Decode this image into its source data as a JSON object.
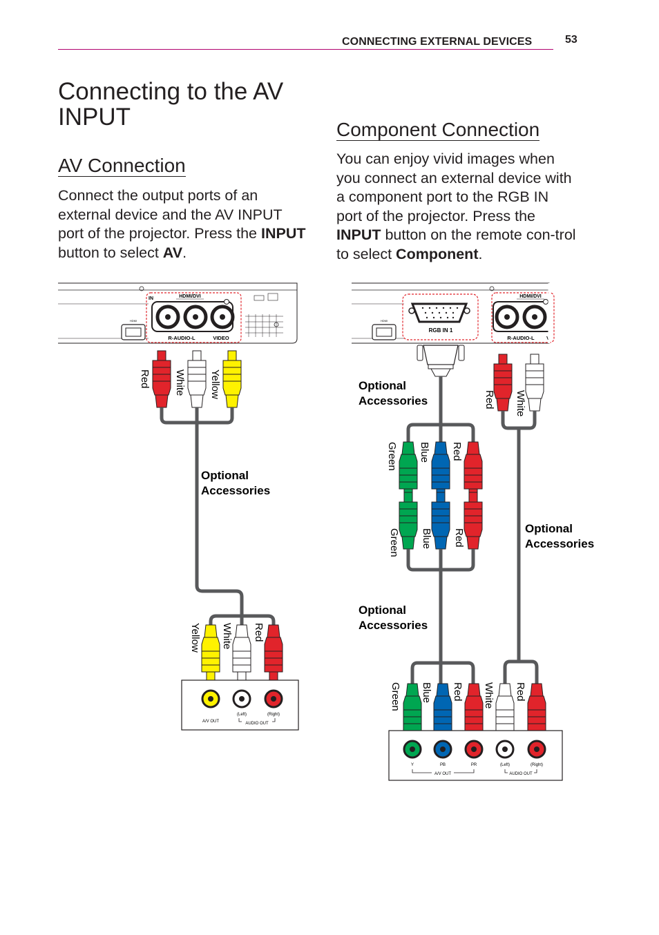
{
  "header": {
    "section": "CONNECTING EXTERNAL DEVICES",
    "page_number": "53"
  },
  "title": "Connecting to the AV INPUT",
  "av": {
    "heading": "AV Connection",
    "text_1": "Connect the output ports of an external device and the AV INPUT port of the projector. Press the ",
    "bold_1": "INPUT",
    "text_2": " button to select ",
    "bold_2": "AV",
    "text_3": "."
  },
  "component": {
    "heading": "Component Connection",
    "text_1": "You can enjoy vivid images when you connect an external device with a component port to the RGB IN port of the projector. Press the ",
    "bold_1": "INPUT",
    "text_2": " button on the remote con-trol to select ",
    "bold_2": "Component",
    "text_3": "."
  },
  "diagram_av": {
    "panel_in": "IN",
    "panel_hdmi": "HDMI/DVI",
    "panel_audio": "R-AUDIO-L",
    "panel_video": "VIDEO",
    "panel_hdmi_small": "HDMI",
    "plug_red": "Red",
    "plug_white": "White",
    "plug_yellow": "Yellow",
    "optional_1": "Optional",
    "optional_2": "Accessories",
    "dev_av_out": "A/V OUT",
    "dev_left": "(Left)",
    "dev_right": "(Right)",
    "dev_audio_out": "AUDIO OUT"
  },
  "diagram_comp": {
    "panel_rgb": "RGB IN 1",
    "panel_hdmi": "HDMI/DVI",
    "panel_audio": "R-AUDIO-L",
    "panel_v": "V",
    "panel_hdmi_small": "HDMI",
    "plug_red": "Red",
    "plug_white": "White",
    "plug_blue": "Blue",
    "plug_green": "Green",
    "optional_1": "Optional",
    "optional_2": "Accessories",
    "dev_y": "Y",
    "dev_pb": "PB",
    "dev_pr": "PR",
    "dev_av_out": "A/V OUT",
    "dev_left": "(Left)",
    "dev_right": "(Right)",
    "dev_audio_out": "AUDIO OUT"
  },
  "colors": {
    "accent_rule": "#b0006e",
    "red": "#e1242b",
    "white": "#ffffff",
    "yellow": "#fff200",
    "blue": "#0066b3",
    "green": "#00a651",
    "cable": "#58595b"
  }
}
